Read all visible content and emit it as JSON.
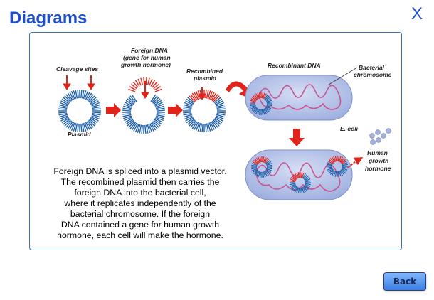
{
  "header": {
    "title": "Diagrams",
    "close_label": "X"
  },
  "diagram": {
    "labels": {
      "cleavage_sites": "Cleavage sites",
      "plasmid": "Plasmid",
      "foreign_dna": "Foreign DNA",
      "gene_line1": "(gene for human",
      "gene_line2": "growth hormone)",
      "recombined_line1": "Recombined",
      "recombined_line2": "plasmid",
      "recombinant_dna": "Recombinant DNA",
      "bacterial_line1": "Bacterial",
      "bacterial_line2": "chromosome",
      "ecoli": "E. coli",
      "human_line1": "Human",
      "human_line2": "growth",
      "human_line3": "hormone"
    },
    "colors": {
      "plasmid": "#1f5fa8",
      "foreign": "#e0231b",
      "cell": "#b9c6ea",
      "chromosome": "#c9558f"
    }
  },
  "caption_lines": [
    "Foreign DNA is spliced into a plasmid vector.",
    "The recombined plasmid then carries the",
    "foreign DNA into the bacterial cell,",
    "where it replicates independently of the",
    "bacterial chromosome.  If the foreign",
    "DNA contained a gene for human growth",
    "hormone, each cell will make the hormone."
  ],
  "footer": {
    "back_label": "Back"
  }
}
